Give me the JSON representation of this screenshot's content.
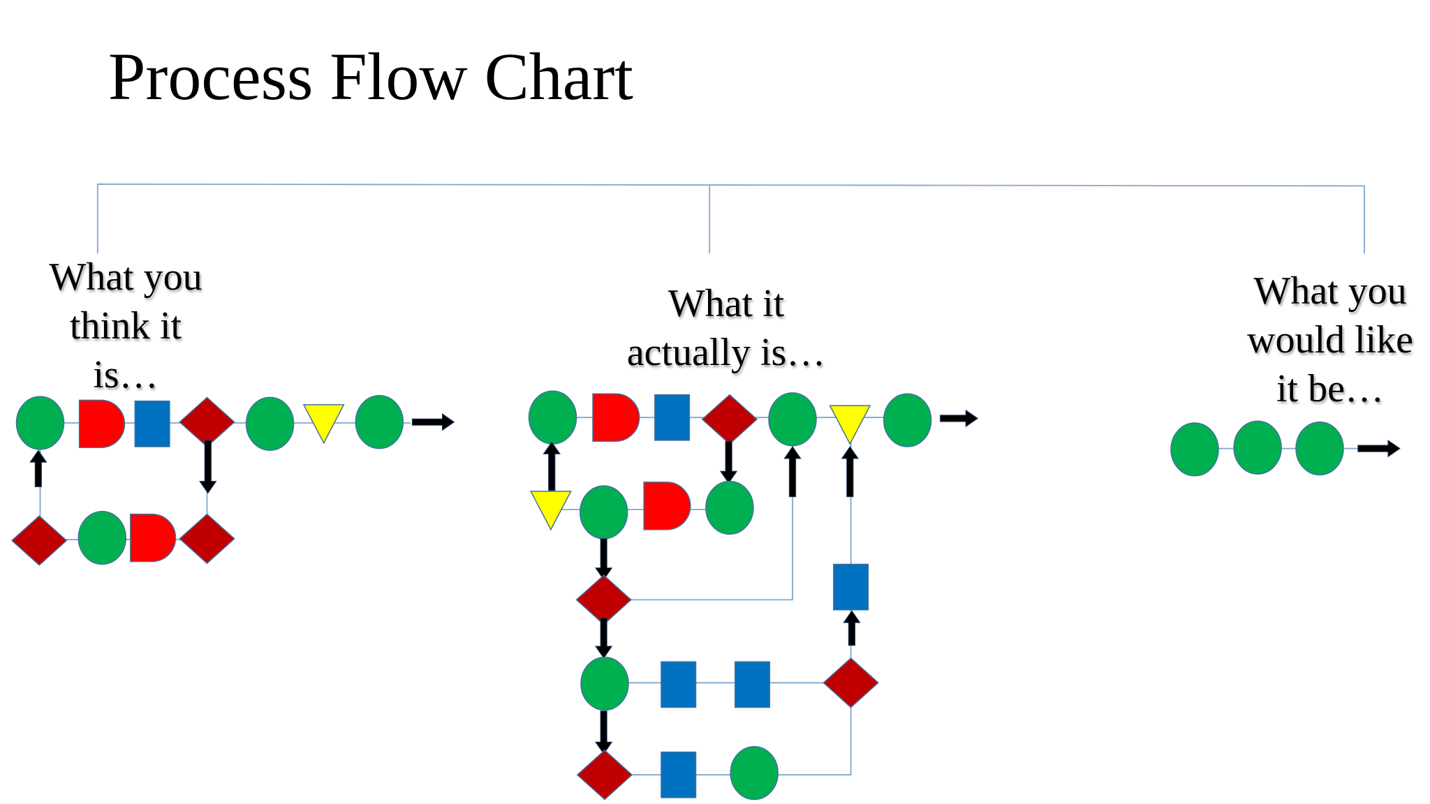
{
  "title": "Process Flow Chart",
  "columns": [
    {
      "id": "think",
      "lines": [
        "What you",
        "think it",
        "is…"
      ]
    },
    {
      "id": "actual",
      "lines": [
        "What it",
        "actually is…"
      ]
    },
    {
      "id": "would",
      "lines": [
        "What you",
        "would like",
        "it be…"
      ]
    }
  ],
  "colors": {
    "connector": "#7fa6cc",
    "green": "#00b050",
    "red": "#ff0000",
    "blue": "#0070c0",
    "dark_red": "#c00000",
    "yellow": "#ffff00",
    "arrow": "#000000"
  },
  "shape_legend": {
    "circle": "green-circle",
    "delay": "red-delay",
    "square": "blue-square",
    "diamond": "dark-red-diamond",
    "triangle": "yellow-triangle",
    "arrow": "black-arrow"
  }
}
